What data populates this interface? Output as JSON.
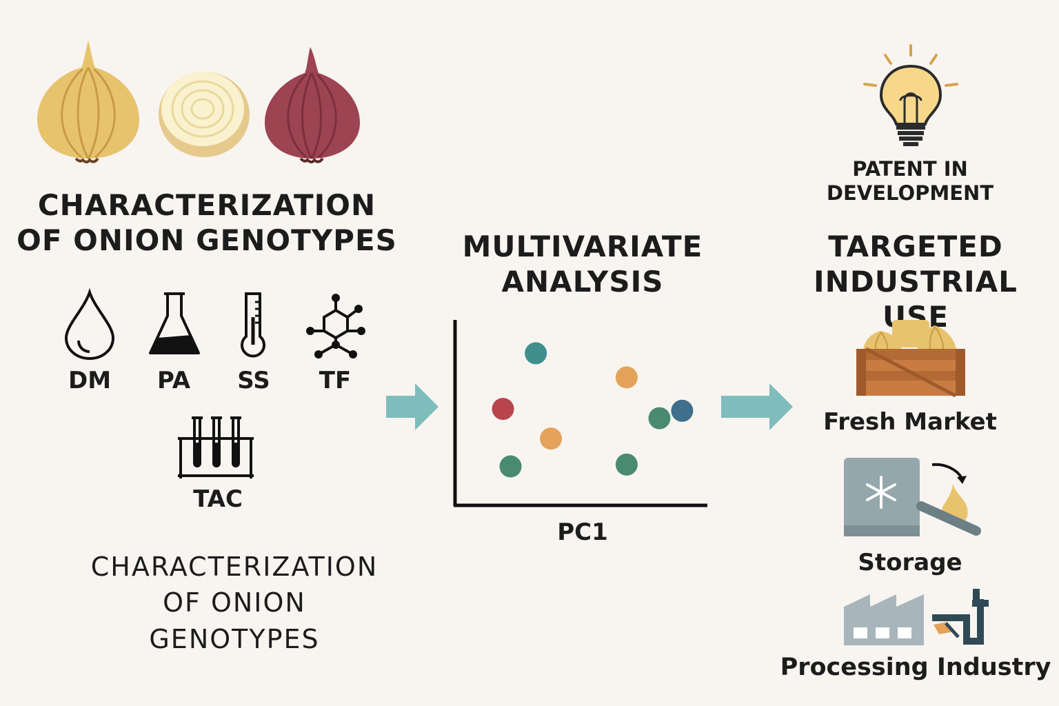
{
  "left": {
    "title_line1": "CHARACTERIZATION",
    "title_line2": "OF ONION GENOTYPES",
    "params": [
      {
        "label": "DM",
        "icon": "water-drop-icon"
      },
      {
        "label": "PA",
        "icon": "flask-icon"
      },
      {
        "label": "SS",
        "icon": "thermometer-icon"
      },
      {
        "label": "TF",
        "icon": "molecule-icon"
      },
      {
        "label": "TAC",
        "icon": "test-tubes-icon"
      }
    ],
    "duplicate_title_line1": "CHARACTERIZATION",
    "duplicate_title_line2": "OF ONION",
    "duplicate_title_line3": "GENOTYPES"
  },
  "middle": {
    "title_line1": "MULTIVARIATE",
    "title_line2": "ANALYSIS",
    "xlabel": "PC1"
  },
  "right": {
    "patent_line1": "PATENT IN",
    "patent_line2": "DEVELOPMENT",
    "title_line1": "TARGETED",
    "title_line2": "INDUSTRIAL USE",
    "uses": [
      {
        "label": "Fresh Market",
        "icon": "onion-crate-icon"
      },
      {
        "label": "Storage",
        "icon": "freezer-icon"
      },
      {
        "label": "Processing Industry",
        "icon": "factory-icon"
      }
    ]
  },
  "colors": {
    "background": "#f8f5f1",
    "arrow": "#7fbcbc",
    "teal": "#3f8f8f",
    "orange": "#e4a25a",
    "red": "#b8454e",
    "green": "#4a8a72",
    "blue": "#3f6f8a",
    "yellow_onion": "#e8c36e",
    "red_onion": "#9c4452"
  },
  "chart_data": {
    "type": "scatter",
    "xlabel": "PC1",
    "ylabel": "",
    "points": [
      {
        "x": 3.2,
        "y": 8.2,
        "color": "#3f8f8f"
      },
      {
        "x": 6.8,
        "y": 6.9,
        "color": "#e4a25a"
      },
      {
        "x": 1.9,
        "y": 5.2,
        "color": "#b8454e"
      },
      {
        "x": 8.1,
        "y": 4.7,
        "color": "#4a8a72"
      },
      {
        "x": 9.0,
        "y": 5.1,
        "color": "#3f6f8a"
      },
      {
        "x": 3.8,
        "y": 3.6,
        "color": "#e4a25a"
      },
      {
        "x": 2.2,
        "y": 2.1,
        "color": "#4a8a72"
      },
      {
        "x": 6.8,
        "y": 2.2,
        "color": "#4a8a72"
      }
    ],
    "xlim": [
      0,
      10
    ],
    "ylim": [
      0,
      10
    ]
  }
}
